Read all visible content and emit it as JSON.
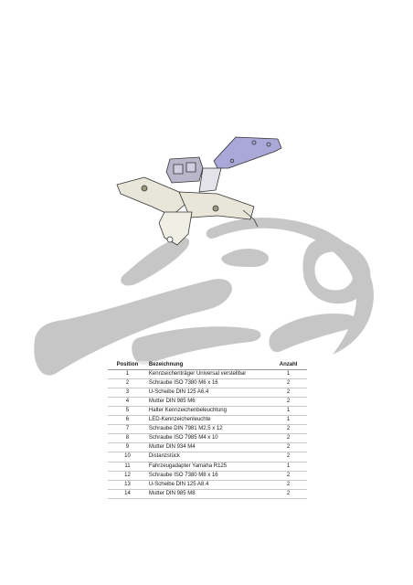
{
  "parts_list": {
    "headers": {
      "position": "Position",
      "description": "Bezeichnung",
      "quantity": "Anzahl"
    },
    "rows": [
      {
        "position": "1",
        "description": "Kennzeichenträger Universal verstellbar",
        "quantity": "1"
      },
      {
        "position": "2",
        "description": "Schraube ISO 7380 M6 x 16",
        "quantity": "2"
      },
      {
        "position": "3",
        "description": "U-Scheibe DIN 125 A6.4",
        "quantity": "2"
      },
      {
        "position": "4",
        "description": "Mutter DIN 985 M6",
        "quantity": "2"
      },
      {
        "position": "5",
        "description": "Halter Kennzeichenbeleuchtung",
        "quantity": "1"
      },
      {
        "position": "6",
        "description": "LED-Kennzeichenleuchte",
        "quantity": "1"
      },
      {
        "position": "7",
        "description": "Schraube DIN 7981 M2,5 x 12",
        "quantity": "2"
      },
      {
        "position": "8",
        "description": "Schraube ISO 7985 M4 x 10",
        "quantity": "2"
      },
      {
        "position": "9",
        "description": "Mutter DIN 934 M4",
        "quantity": "2"
      },
      {
        "position": "10",
        "description": "Distanzstück",
        "quantity": "2"
      },
      {
        "position": "11",
        "description": "Fahrzeugadapter Yamaha R125",
        "quantity": "1"
      },
      {
        "position": "12",
        "description": "Schraube ISO 7380 M8 x 16",
        "quantity": "2"
      },
      {
        "position": "13",
        "description": "U-Scheibe DIN 125 A8.4",
        "quantity": "2"
      },
      {
        "position": "14",
        "description": "Mutter DIN 985 M8",
        "quantity": "2"
      }
    ]
  },
  "colors": {
    "watermark": "#c6c6c6",
    "adapter_plate": "#aaa8d8",
    "bracket": "#e8e6d8",
    "outline": "#333333"
  }
}
